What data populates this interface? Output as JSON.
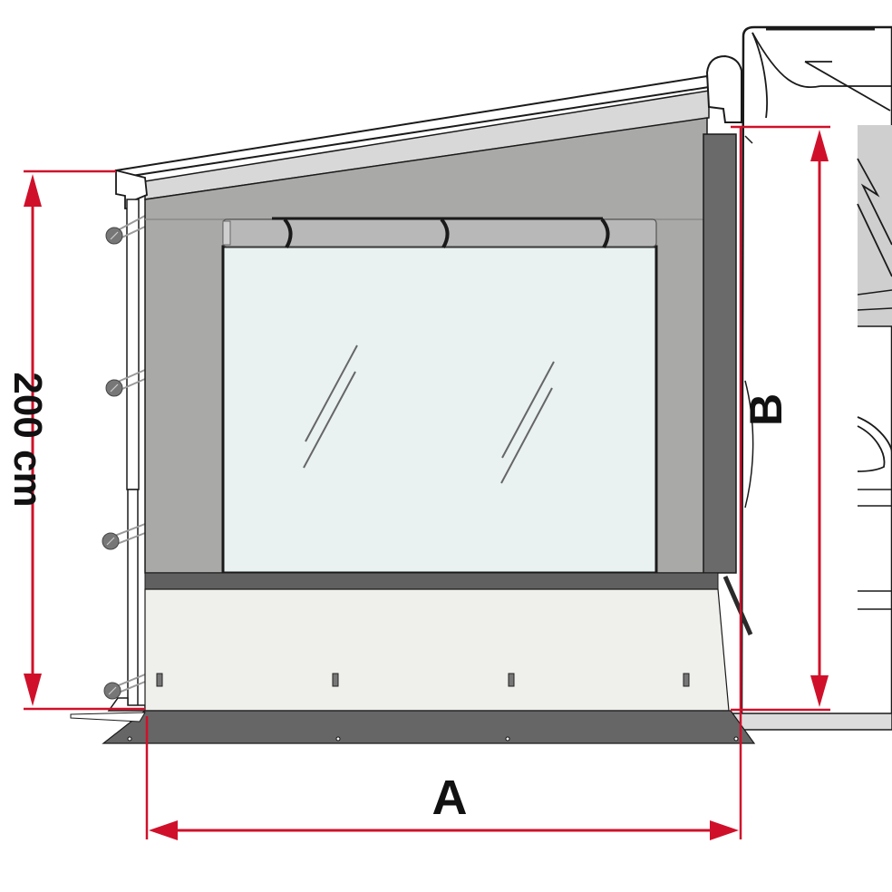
{
  "diagram": {
    "subject": "Awning side panel with window, mounted on caravan",
    "dimensions": {
      "height_label": "200 cm",
      "width_label": "A",
      "caravan_height_label": "B"
    },
    "colors": {
      "dimension_line": "#d0102a",
      "panel_dark": "#6a6a6a",
      "panel_mid": "#a8a8a8",
      "panel_light": "#d6d6d6",
      "window_glass": "#e9f1f1",
      "skirt": "#efefeb",
      "outline": "#1a1a1a"
    }
  }
}
